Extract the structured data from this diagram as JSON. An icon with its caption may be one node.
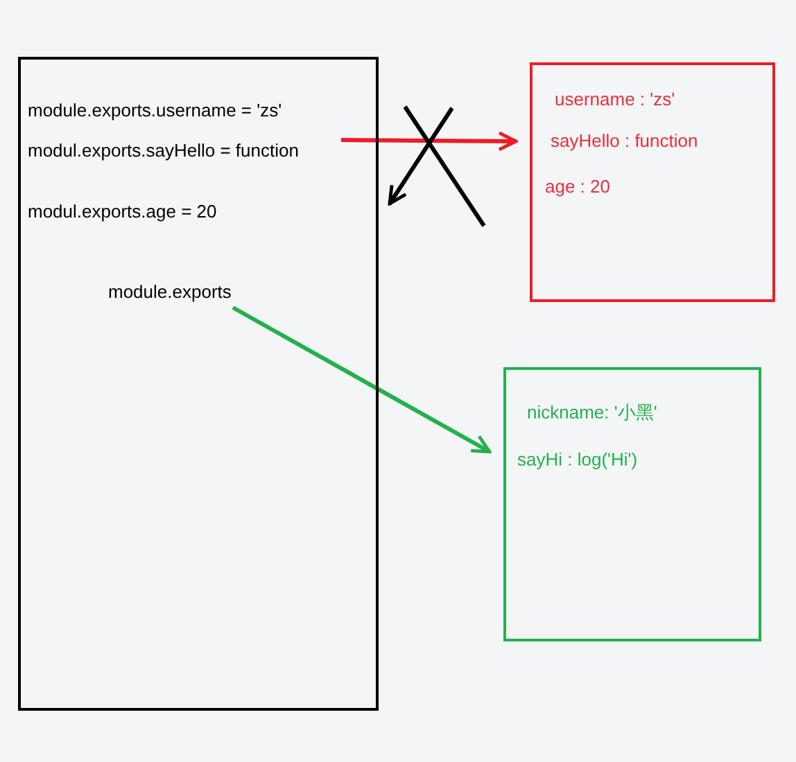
{
  "diagram": {
    "nodes": [
      {
        "text": [],
        "shape": "box"
      },
      {
        "text": [
          "module.exports.username = 'zs'"
        ],
        "in": 0
      },
      {
        "text": [
          "modul.exports.sayHello = function"
        ],
        "in": 0
      },
      {
        "text": [
          "modul.exports.age = 20"
        ],
        "in": 0
      },
      {
        "text": [
          "module.exports"
        ],
        "in": 0
      },
      {
        "text": [
          "username : 'zs'",
          "sayHello : function",
          "age : 20"
        ]
      },
      {
        "text": [
          "nickname: '小黑'",
          "sayHi : log('Hi')"
        ]
      }
    ],
    "edges": [
      {
        "from": 2,
        "to": 5,
        "arrow": "to",
        "color": "#ed1c24"
      },
      {
        "from": 4,
        "to": 6,
        "arrow": "to",
        "color": "#22b14c"
      },
      {
        "from": null,
        "to": 0,
        "arrow": "to",
        "color": "#000000"
      }
    ]
  }
}
